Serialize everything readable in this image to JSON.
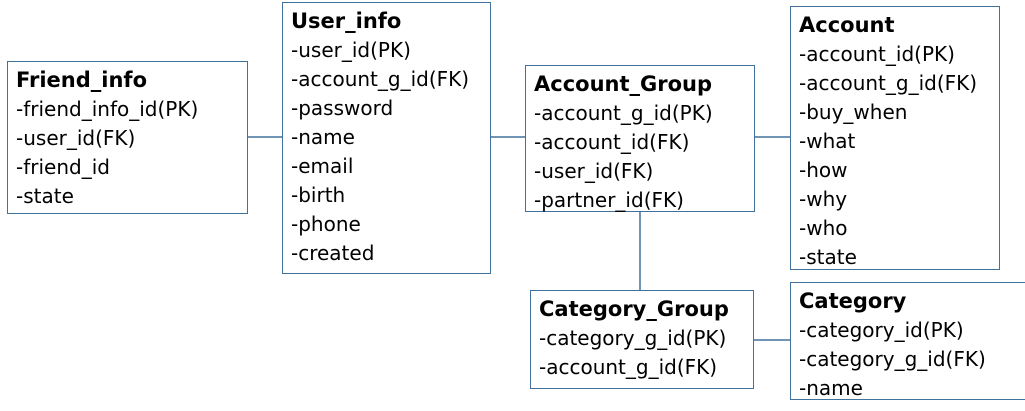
{
  "colors": {
    "border": "#41719c",
    "line": "#41719c",
    "text": "#000000",
    "background": "#ffffff"
  },
  "entities": {
    "friend_info": {
      "title": "Friend_info",
      "fields": [
        "-friend_info_id(PK)",
        "-user_id(FK)",
        "-friend_id",
        "-state"
      ]
    },
    "user_info": {
      "title": "User_info",
      "fields": [
        "-user_id(PK)",
        "-account_g_id(FK)",
        "-password",
        "-name",
        "-email",
        "-birth",
        "-phone",
        "-created"
      ]
    },
    "account_group": {
      "title": "Account_Group",
      "fields": [
        "-account_g_id(PK)",
        "-account_id(FK)",
        "-user_id(FK)",
        "-partner_id(FK)"
      ]
    },
    "account": {
      "title": "Account",
      "fields": [
        "-account_id(PK)",
        "-account_g_id(FK)",
        "-buy_when",
        "-what",
        "-how",
        "-why",
        "-who",
        "-state"
      ]
    },
    "category_group": {
      "title": "Category_Group",
      "fields": [
        "-category_g_id(PK)",
        "-account_g_id(FK)"
      ]
    },
    "category": {
      "title": "Category",
      "fields": [
        "-category_id(PK)",
        "-category_g_id(FK)",
        "-name"
      ]
    }
  }
}
